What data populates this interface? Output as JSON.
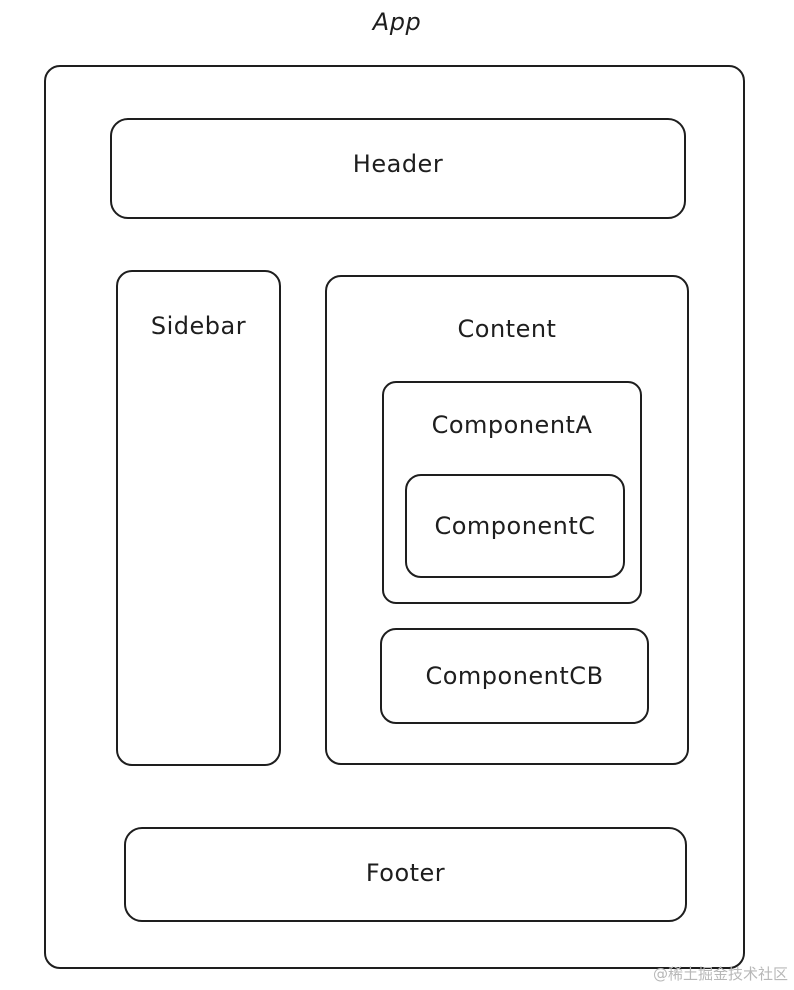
{
  "diagram": {
    "app_label": "App",
    "header_label": "Header",
    "sidebar_label": "Sidebar",
    "content_label": "Content",
    "component_a_label": "ComponentA",
    "component_c_label": "ComponentC",
    "component_cb_label": "ComponentCB",
    "footer_label": "Footer"
  },
  "watermark": "@稀土掘金技术社区",
  "colors": {
    "stroke": "#1e1e1e",
    "background": "#ffffff",
    "watermark": "#b8b8b8"
  }
}
